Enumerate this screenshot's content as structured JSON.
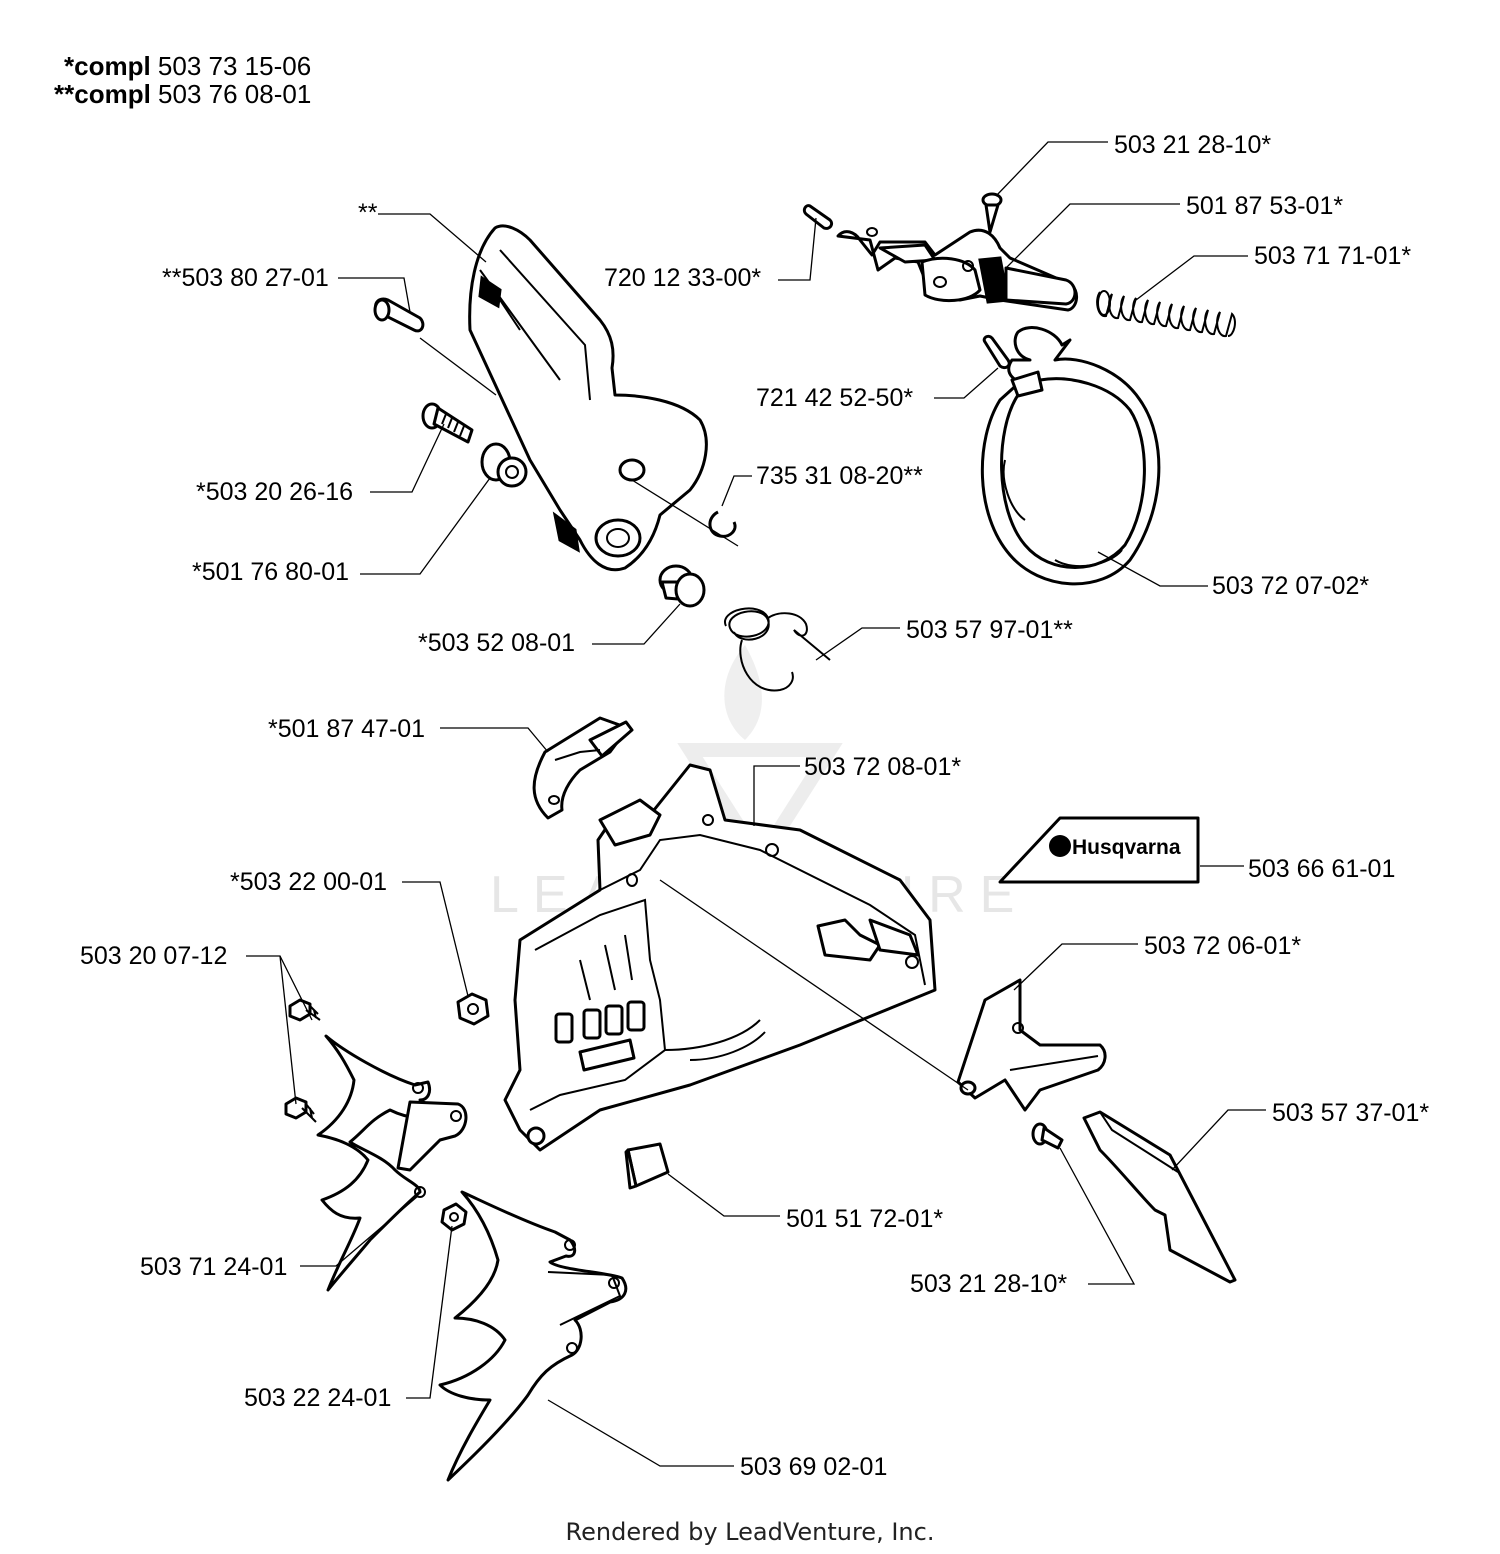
{
  "kits": [
    {
      "prefix": "*compl",
      "number": "503 73 15-06"
    },
    {
      "prefix": "**compl",
      "number": "503 76 08-01"
    }
  ],
  "parts": [
    {
      "id": "p1",
      "label": "**"
    },
    {
      "id": "p2",
      "label": "**503 80 27-01"
    },
    {
      "id": "p3",
      "label": "*503 20 26-16"
    },
    {
      "id": "p4",
      "label": "*501 76 80-01"
    },
    {
      "id": "p5",
      "label": "*503 52 08-01"
    },
    {
      "id": "p6",
      "label": "735 31 08-20**"
    },
    {
      "id": "p7",
      "label": "503 57 97-01**"
    },
    {
      "id": "p8",
      "label": "503 21 28-10*"
    },
    {
      "id": "p9",
      "label": "501 87 53-01*"
    },
    {
      "id": "p10",
      "label": "503 71 71-01*"
    },
    {
      "id": "p11",
      "label": "720 12 33-00*"
    },
    {
      "id": "p12",
      "label": "721 42 52-50*"
    },
    {
      "id": "p13",
      "label": "503 72 07-02*"
    },
    {
      "id": "p14",
      "label": "*501 87 47-01"
    },
    {
      "id": "p15",
      "label": "503 72 08-01*"
    },
    {
      "id": "p16",
      "label": "503 66 61-01"
    },
    {
      "id": "p17",
      "label": "*503 22 00-01"
    },
    {
      "id": "p18",
      "label": "503 20 07-12"
    },
    {
      "id": "p19",
      "label": "503 72 06-01*"
    },
    {
      "id": "p20",
      "label": "503 57 37-01*"
    },
    {
      "id": "p21",
      "label": "501 51 72-01*"
    },
    {
      "id": "p22",
      "label": "503 21 28-10*"
    },
    {
      "id": "p23",
      "label": "503 71 24-01"
    },
    {
      "id": "p24",
      "label": "503 22 24-01"
    },
    {
      "id": "p25",
      "label": "503 69 02-01"
    }
  ],
  "decal": {
    "brand": "Husqvarna"
  },
  "watermark": {
    "text": "LEADVENTURE"
  },
  "footer": {
    "text": "Rendered by LeadVenture, Inc."
  }
}
